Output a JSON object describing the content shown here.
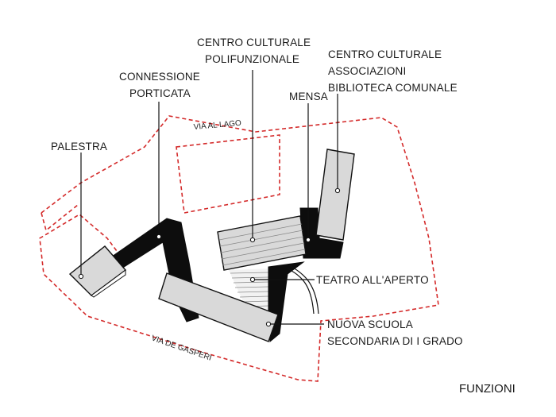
{
  "labels": {
    "centro_polifunzionale_1": "CENTRO CULTURALE",
    "centro_polifunzionale_2": "POLIFUNZIONALE",
    "centro_associazioni_1": "CENTRO CULTURALE",
    "centro_associazioni_2": "ASSOCIAZIONI",
    "centro_associazioni_3": "BIBLIOTECA COMUNALE",
    "connessione_1": "CONNESSIONE",
    "connessione_2": "PORTICATA",
    "mensa": "MENSA",
    "palestra": "PALESTRA",
    "teatro": "TEATRO ALL'APERTO",
    "scuola_1": "NUOVA SCUOLA",
    "scuola_2": "SECONDARIA DI I GRADO"
  },
  "streets": {
    "via_al_lago": "VIA AL LAGO",
    "via_de_gasperi": "VIA DE GASPERI"
  },
  "title": "FUNZIONI",
  "colors": {
    "boundary": "#d42a2a",
    "building_light": "#d9d9d9",
    "building_dark": "#0d0d0d",
    "text": "#1a1a1a"
  }
}
